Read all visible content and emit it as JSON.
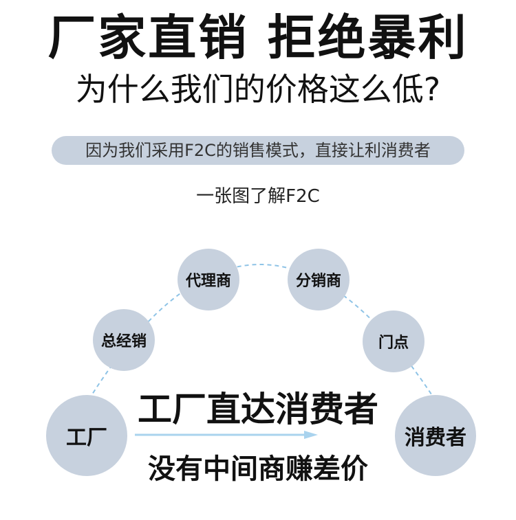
{
  "header": {
    "headline": "厂家直销 拒绝暴利",
    "subhead": "为什么我们的价格这么低?"
  },
  "banner": {
    "text": "因为我们采用F2C的销售模式，直接让利消费者"
  },
  "caption": "一张图了解F2C",
  "diagram": {
    "nodes": {
      "factory": "工厂",
      "general_agent": "总经销",
      "agent": "代理商",
      "distributor": "分销商",
      "store": "门点",
      "consumer": "消费者"
    },
    "direct_text": "工厂直达消费者",
    "no_middleman_text": "没有中间商赚差价",
    "colors": {
      "node_fill": "#c7d1de",
      "arc_dash": "#8ec3e6",
      "arrow": "#a9d3ee"
    }
  }
}
